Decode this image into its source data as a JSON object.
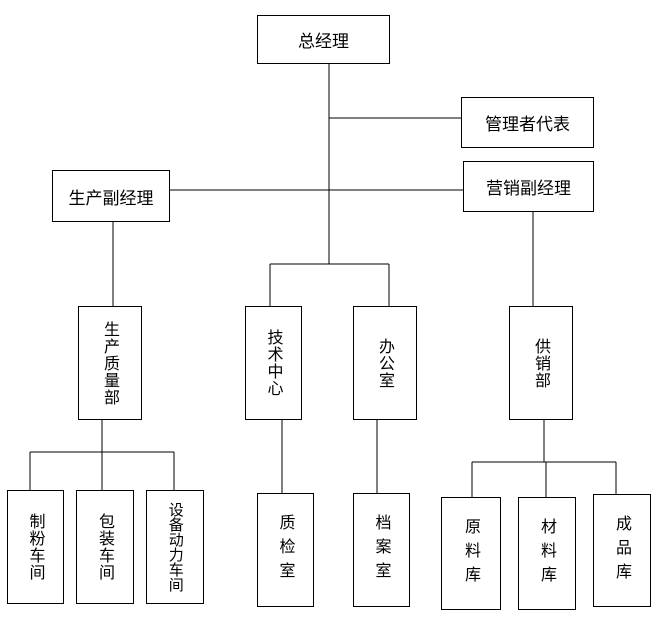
{
  "org": {
    "general_manager": "总经理",
    "management_rep": "管理者代表",
    "production_vp": "生产副经理",
    "marketing_vp": "营销副经理",
    "production_quality": "生产质量部",
    "tech_center": "技术中心",
    "office": "办公室",
    "supply_sales": "供销部",
    "milling_workshop": "制粉车间",
    "packing_workshop": "包装车间",
    "equipment_power_workshop": "设备动力车间",
    "quality_room": "质检室",
    "archives_room": "档案室",
    "raw_materials_store": "原料库",
    "materials_store": "材料库",
    "finished_goods_store": "成品库"
  }
}
